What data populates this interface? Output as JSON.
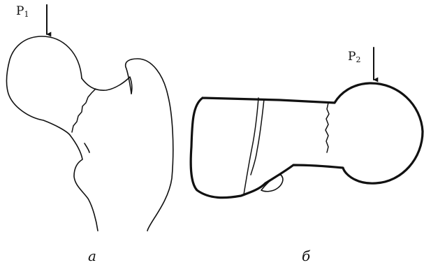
{
  "panels": [
    {
      "label": "а",
      "force": {
        "symbol": "P",
        "index": "1"
      }
    },
    {
      "label": "б",
      "force": {
        "symbol": "P",
        "index": "2"
      }
    }
  ],
  "colors": {
    "line": "#111111",
    "background": "#ffffff"
  }
}
